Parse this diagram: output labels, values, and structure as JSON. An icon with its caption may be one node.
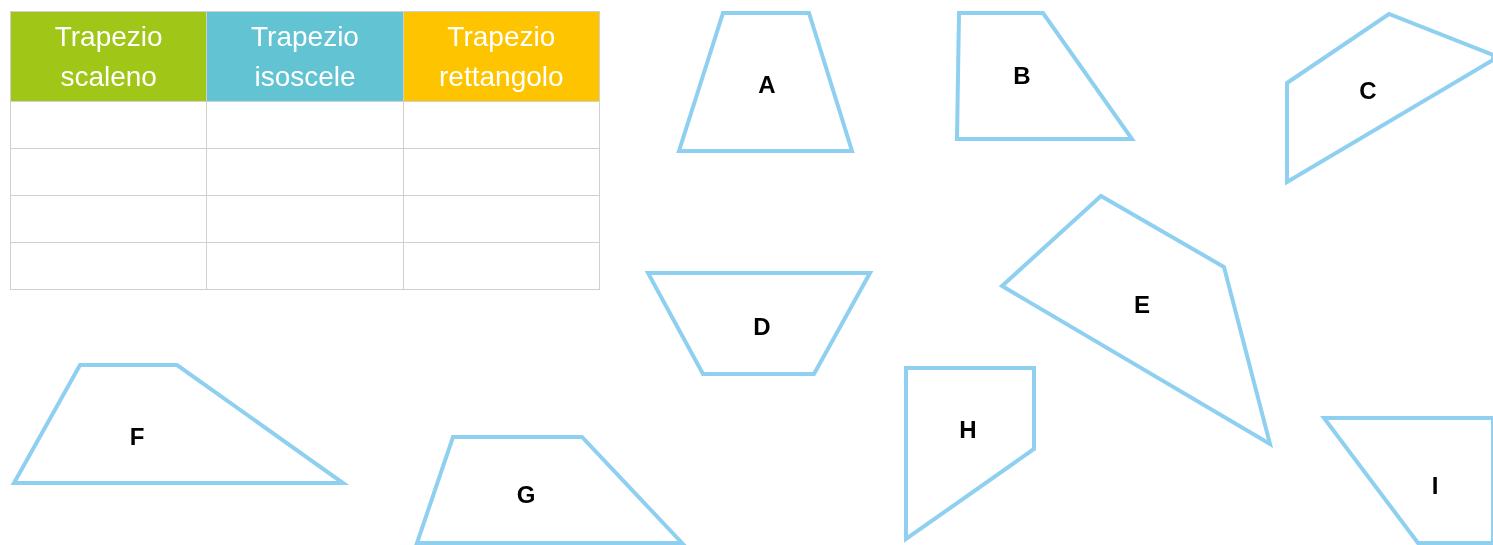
{
  "diagram": {
    "nodes": [
      {
        "text": [
          "A"
        ]
      },
      {
        "text": [
          "B"
        ]
      },
      {
        "text": [
          "C"
        ]
      },
      {
        "text": [
          "D"
        ]
      },
      {
        "text": [
          "E"
        ]
      },
      {
        "text": [
          "F"
        ]
      },
      {
        "text": [
          "G"
        ]
      },
      {
        "text": [
          "H"
        ]
      },
      {
        "text": [
          "I"
        ]
      }
    ],
    "labels": [
      "Trapezio scaleno",
      "Trapezio isoscele",
      "Trapezio rettangolo"
    ]
  }
}
